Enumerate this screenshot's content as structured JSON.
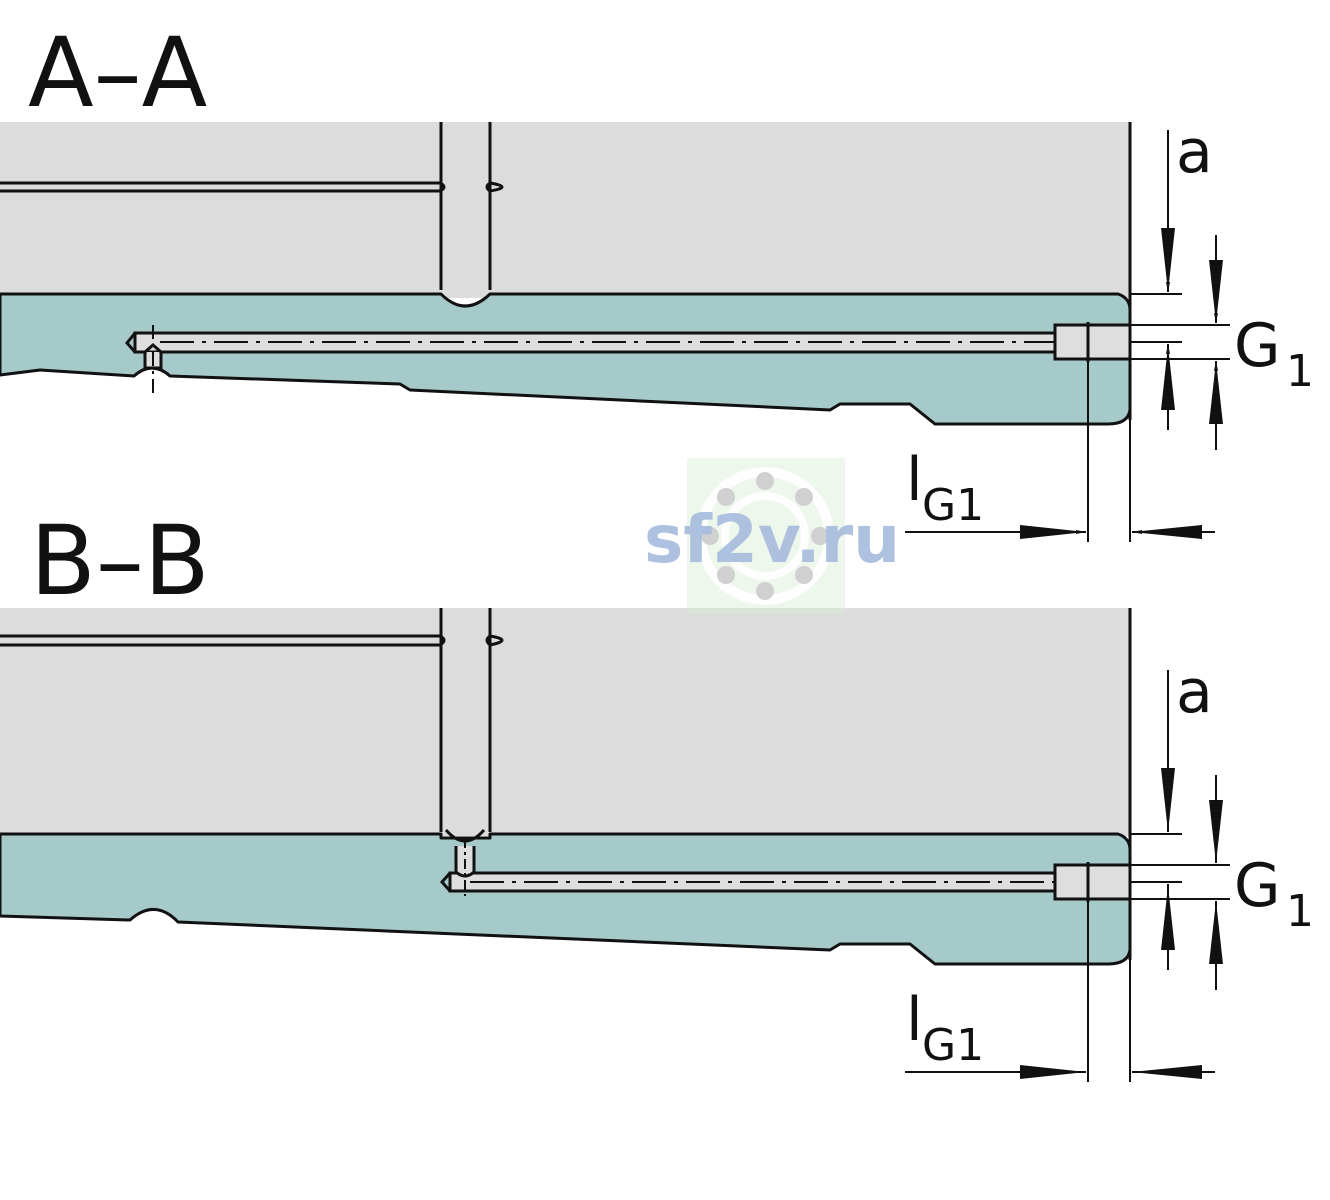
{
  "section_a": {
    "title": "A–A",
    "dim_a": "a",
    "dim_g_main": "G",
    "dim_g_sub": "1",
    "dim_l_main": "l",
    "dim_l_sub": "G1"
  },
  "section_b": {
    "title": "B–B",
    "dim_a": "a",
    "dim_g_main": "G",
    "dim_g_sub": "1",
    "dim_l_main": "l",
    "dim_l_sub": "G1"
  },
  "watermark": {
    "text": "sf2v.ru"
  },
  "colors": {
    "housing_gray": "#dcdcdc",
    "rail_teal": "#a6c9c9",
    "line": "#111111",
    "watermark": "#9ab3d9"
  }
}
